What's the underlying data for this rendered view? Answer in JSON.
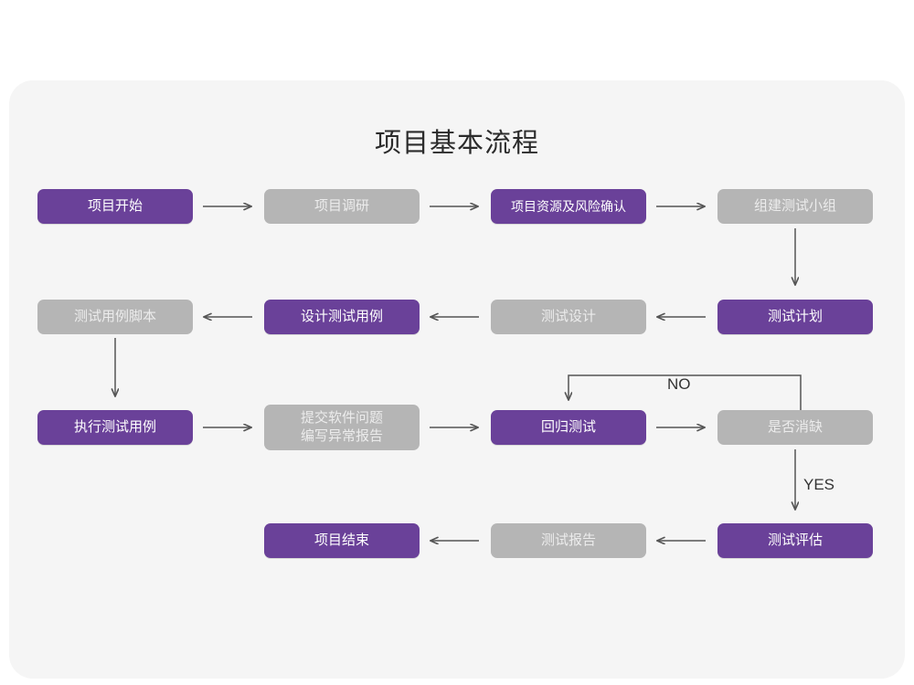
{
  "page": {
    "title": "项目基本流程",
    "card_bg": "#f5f5f5",
    "canvas_bg": "#ffffff"
  },
  "colors": {
    "active": "#6a4199",
    "inactive": "#b5b5b5",
    "active_text": "#ffffff",
    "inactive_text": "#ececec",
    "arrow": "#555555",
    "title_text": "#2b2b2b"
  },
  "chart_data": {
    "type": "diagram",
    "title": "项目基本流程",
    "nodes": [
      {
        "id": "n1",
        "label": "项目开始",
        "state": "active",
        "row": 1,
        "col": 1
      },
      {
        "id": "n2",
        "label": "项目调研",
        "state": "inactive",
        "row": 1,
        "col": 2
      },
      {
        "id": "n3",
        "label": "项目资源及风险确认",
        "state": "active",
        "row": 1,
        "col": 3
      },
      {
        "id": "n4",
        "label": "组建测试小组",
        "state": "inactive",
        "row": 1,
        "col": 4
      },
      {
        "id": "n5",
        "label": "测试用例脚本",
        "state": "inactive",
        "row": 2,
        "col": 1
      },
      {
        "id": "n6",
        "label": "设计测试用例",
        "state": "active",
        "row": 2,
        "col": 2
      },
      {
        "id": "n7",
        "label": "测试设计",
        "state": "inactive",
        "row": 2,
        "col": 3
      },
      {
        "id": "n8",
        "label": "测试计划",
        "state": "active",
        "row": 2,
        "col": 4
      },
      {
        "id": "n9",
        "label": "执行测试用例",
        "state": "active",
        "row": 3,
        "col": 1
      },
      {
        "id": "n10",
        "label": "提交软件问题\n编写异常报告",
        "state": "inactive",
        "row": 3,
        "col": 2
      },
      {
        "id": "n11",
        "label": "回归测试",
        "state": "active",
        "row": 3,
        "col": 3
      },
      {
        "id": "n12",
        "label": "是否消缺",
        "state": "inactive",
        "row": 3,
        "col": 4
      },
      {
        "id": "n13",
        "label": "项目结束",
        "state": "active",
        "row": 4,
        "col": 2
      },
      {
        "id": "n14",
        "label": "测试报告",
        "state": "inactive",
        "row": 4,
        "col": 3
      },
      {
        "id": "n15",
        "label": "测试评估",
        "state": "active",
        "row": 4,
        "col": 4
      }
    ],
    "edges": [
      {
        "from": "n1",
        "to": "n2",
        "dir": "right",
        "label": ""
      },
      {
        "from": "n2",
        "to": "n3",
        "dir": "right",
        "label": ""
      },
      {
        "from": "n3",
        "to": "n4",
        "dir": "right",
        "label": ""
      },
      {
        "from": "n4",
        "to": "n8",
        "dir": "down",
        "label": ""
      },
      {
        "from": "n8",
        "to": "n7",
        "dir": "left",
        "label": ""
      },
      {
        "from": "n7",
        "to": "n6",
        "dir": "left",
        "label": ""
      },
      {
        "from": "n6",
        "to": "n5",
        "dir": "left",
        "label": ""
      },
      {
        "from": "n5",
        "to": "n9",
        "dir": "down",
        "label": ""
      },
      {
        "from": "n9",
        "to": "n10",
        "dir": "right",
        "label": ""
      },
      {
        "from": "n10",
        "to": "n11",
        "dir": "right",
        "label": ""
      },
      {
        "from": "n11",
        "to": "n12",
        "dir": "right",
        "label": ""
      },
      {
        "from": "n12",
        "to": "n11",
        "dir": "loop-up-left",
        "label": "NO"
      },
      {
        "from": "n12",
        "to": "n15",
        "dir": "down",
        "label": "YES"
      },
      {
        "from": "n15",
        "to": "n14",
        "dir": "left",
        "label": ""
      },
      {
        "from": "n14",
        "to": "n13",
        "dir": "left",
        "label": ""
      }
    ],
    "edge_labels": {
      "no": "NO",
      "yes": "YES"
    }
  }
}
